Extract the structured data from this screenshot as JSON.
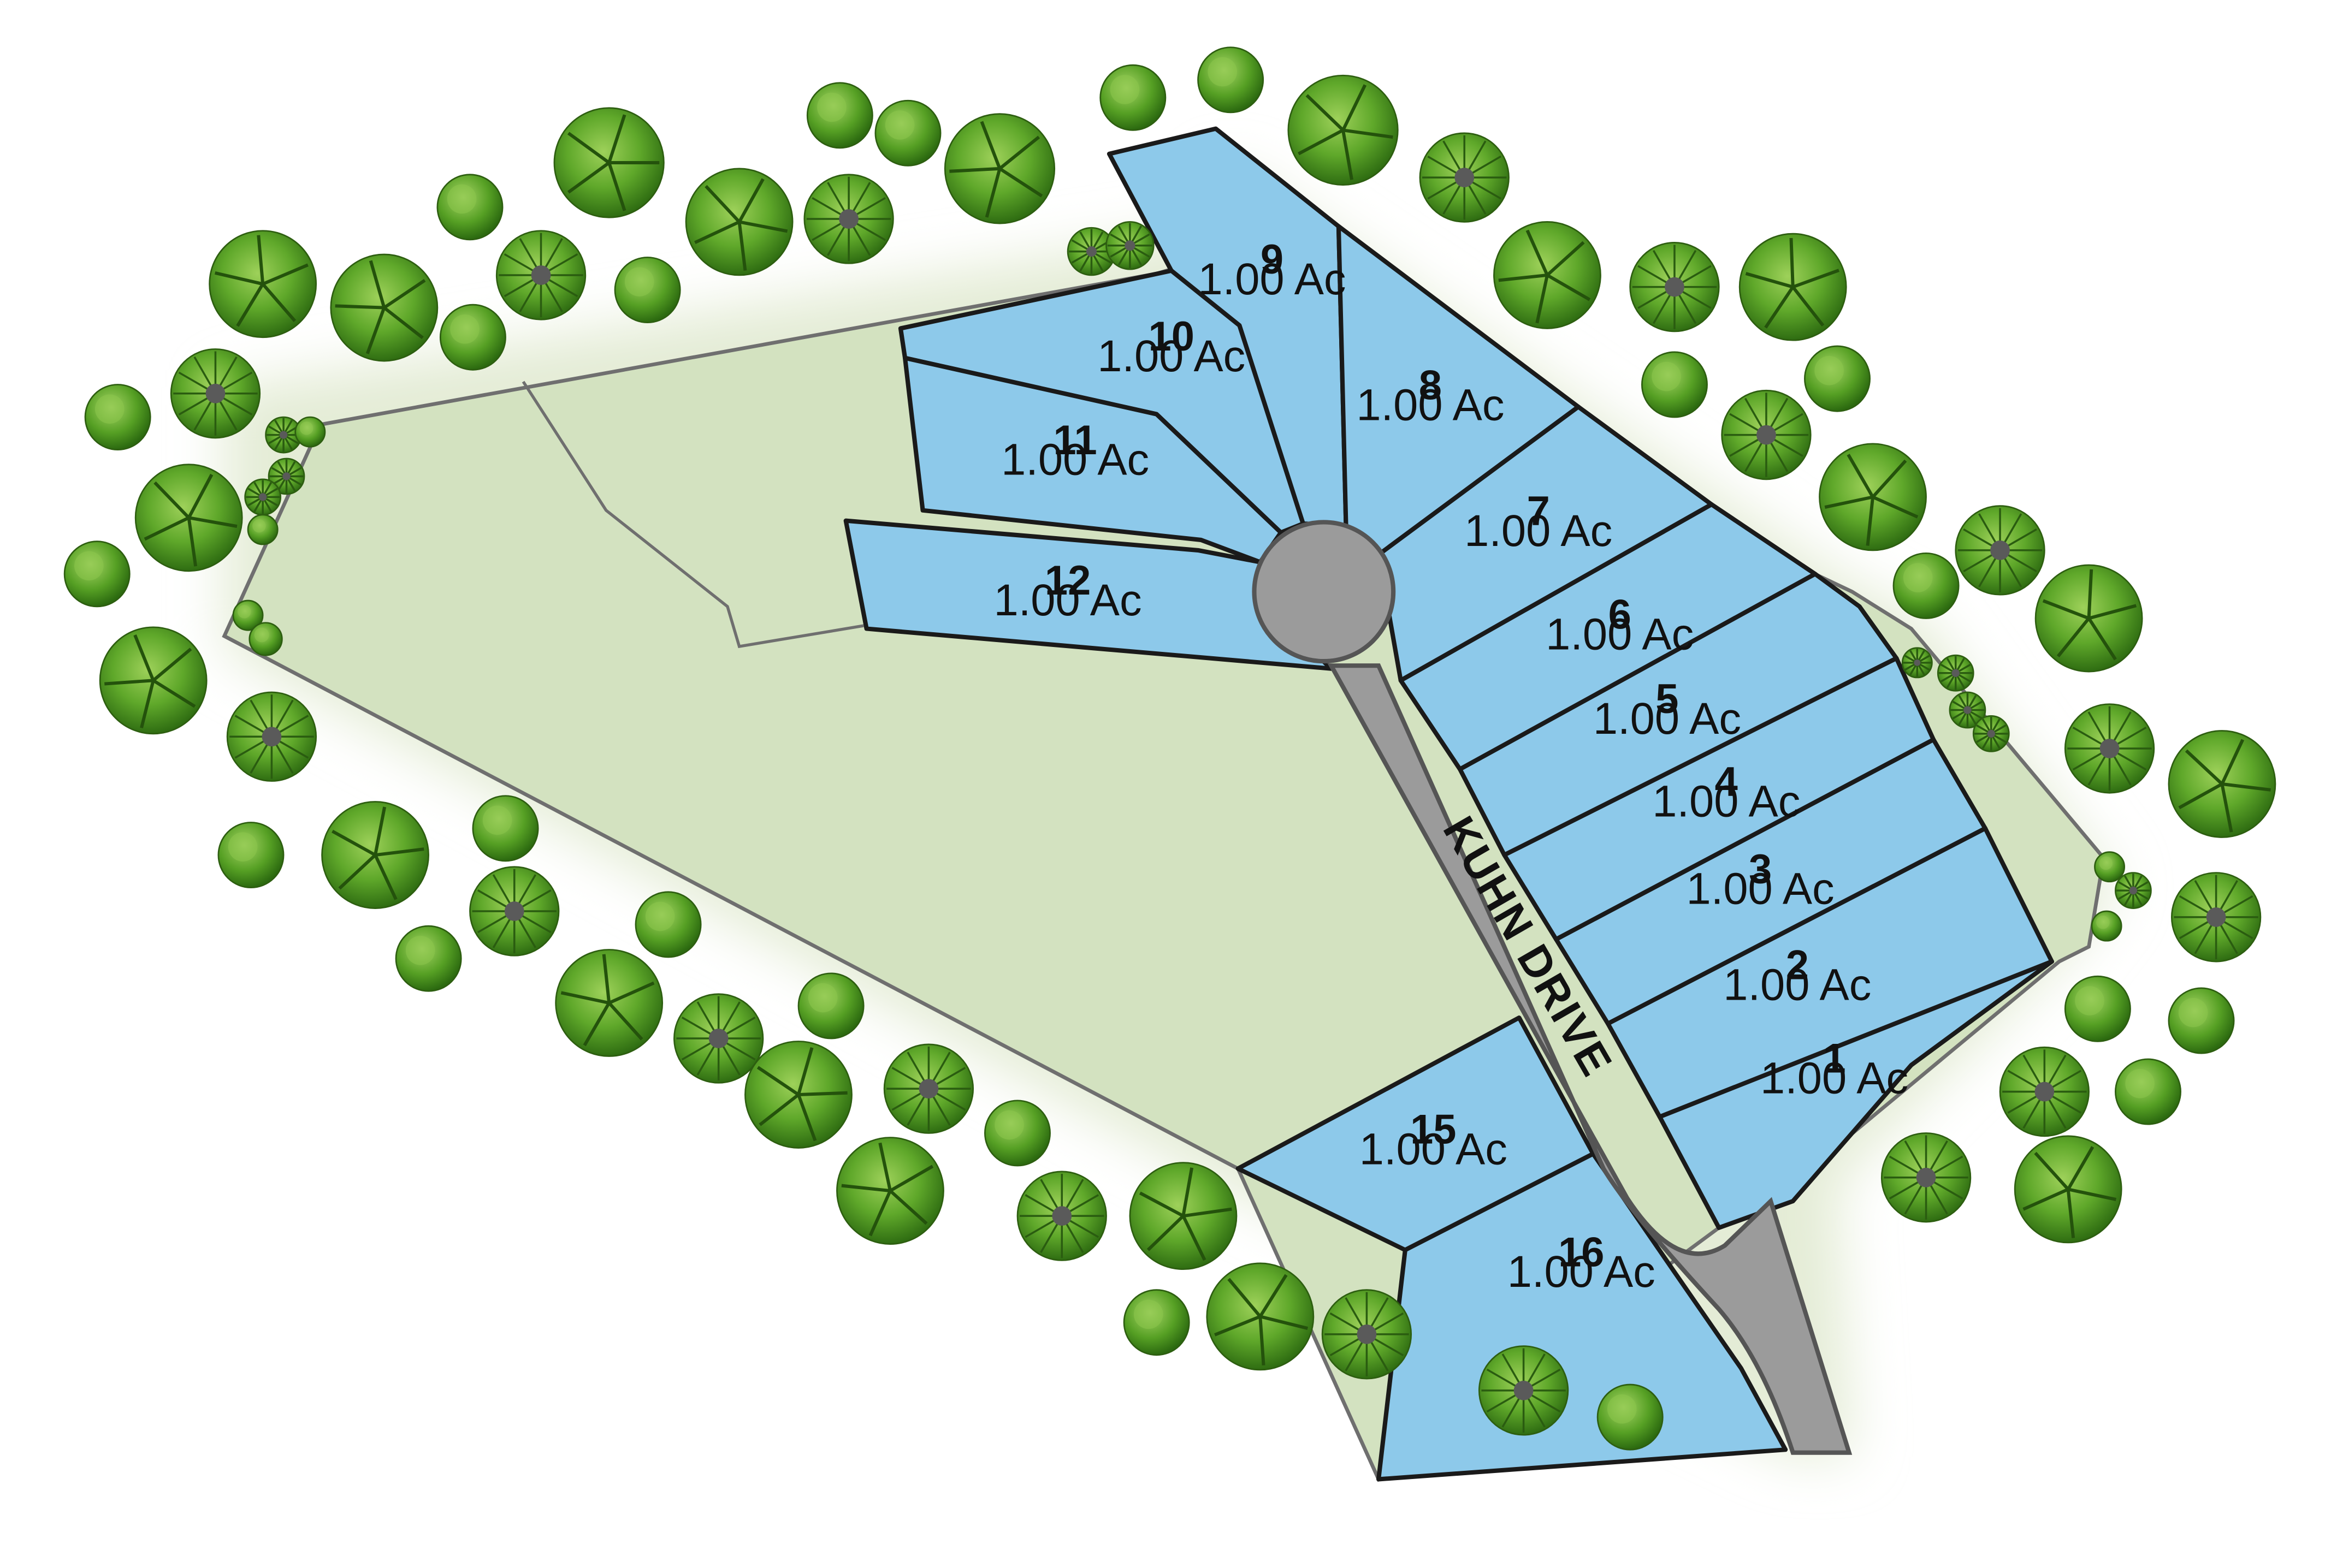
{
  "map": {
    "road_name": "KUHN DRIVE",
    "colors": {
      "lot_fill": "#8dc9ea",
      "open_space": "#d3e2c0",
      "road": "#9b9b9b",
      "tree": "#4f9a23"
    },
    "lots": [
      {
        "number": "1",
        "area": "1.00 Ac"
      },
      {
        "number": "2",
        "area": "1.00 Ac"
      },
      {
        "number": "3",
        "area": "1.00 Ac"
      },
      {
        "number": "4",
        "area": "1.00 Ac"
      },
      {
        "number": "5",
        "area": "1.00 Ac"
      },
      {
        "number": "6",
        "area": "1.00 Ac"
      },
      {
        "number": "7",
        "area": "1.00 Ac"
      },
      {
        "number": "8",
        "area": "1.00 Ac"
      },
      {
        "number": "9",
        "area": "1.00 Ac"
      },
      {
        "number": "10",
        "area": "1.00 Ac"
      },
      {
        "number": "11",
        "area": "1.00 Ac"
      },
      {
        "number": "12",
        "area": "1.00 Ac"
      },
      {
        "number": "15",
        "area": "1.00 Ac"
      },
      {
        "number": "16",
        "area": "1.00 Ac"
      }
    ]
  }
}
